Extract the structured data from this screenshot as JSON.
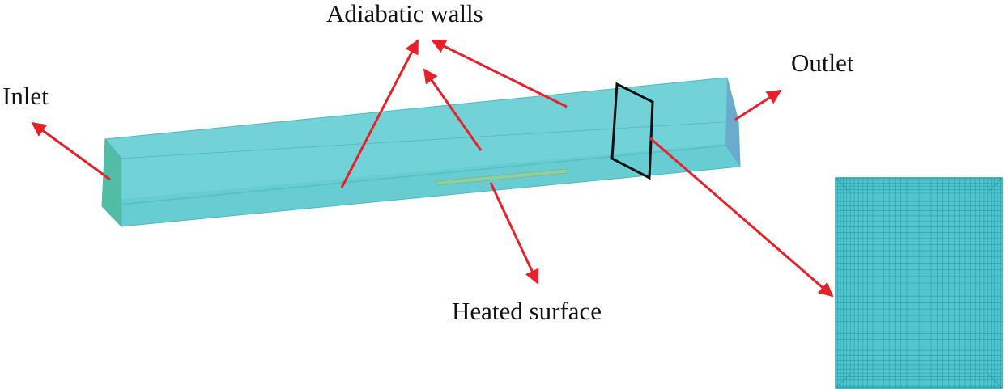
{
  "labels": {
    "inlet": "Inlet",
    "outlet": "Outlet",
    "adiabatic_walls": "Adiabatic walls",
    "heated_surface": "Heated surface"
  },
  "mesh": {
    "columns": 36,
    "rows": 42
  },
  "colors": {
    "channel_fill": "#63ccd4",
    "channel_edge": "#4fb7c0",
    "inlet_face": "#4dbb9c",
    "outlet_face": "#6aa6cc",
    "heated_surface": "#8ccfa3",
    "mesh_fill": "#4fc6d0",
    "mesh_line": "#2a99a6",
    "arrow": "#e8202a",
    "section_outline": "#111111"
  }
}
